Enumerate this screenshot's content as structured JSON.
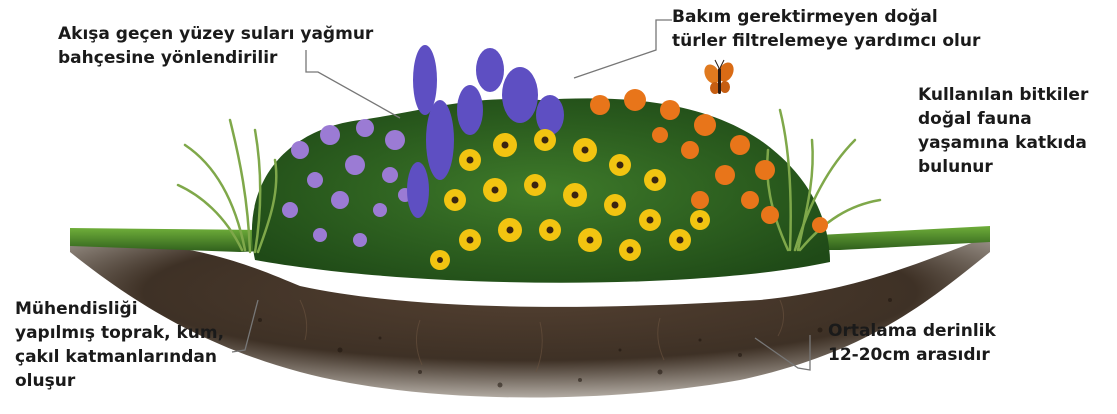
{
  "labels": {
    "runoff": "Akışa geçen yüzey suları yağmur\nbahçesine yönlendirilir",
    "native": "Bakım gerektirmeyen doğal\ntürler filtrelemeye yardımcı olur",
    "plants": "Kullanılan bitkiler\ndoğal fauna\nyaşamına katkıda\nbulunur",
    "soil": "Mühendisliği\nyapılmış toprak, kum,\nçakıl katmanlarından\noluşur",
    "depth": "Ortalama derinlik\n12-20cm arasıdır"
  },
  "colors": {
    "text": "#1a1a1a",
    "leader": "#777777",
    "soil": "#3a2a1e",
    "grass": "#4f8a2c",
    "purple": "#8f6fd0",
    "lavender": "#6a5acd",
    "yellow": "#f2c411",
    "orange": "#e8751a"
  },
  "icons": [
    "butterfly-icon"
  ]
}
